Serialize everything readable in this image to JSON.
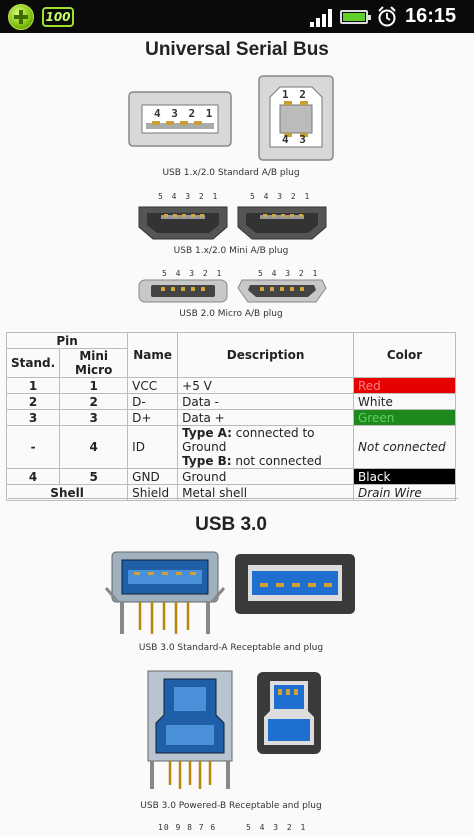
{
  "status_bar": {
    "badge_text": "100",
    "time": "16:15"
  },
  "usb2": {
    "title": "Universal Serial Bus",
    "std_plug_a_pins": "4 3 2 1",
    "std_plug_b_top": "1 2",
    "std_plug_b_bottom": "4 3",
    "std_caption": "USB 1.x/2.0 Standard A/B plug",
    "mini_pins_a": "5 4 3 2 1",
    "mini_pins_b": "5 4 3 2 1",
    "mini_caption": "USB 1.x/2.0 Mini A/B plug",
    "micro_pins_a": "5 4 3 2 1",
    "micro_pins_b": "5 4 3 2 1",
    "micro_caption": "USB 2.0 Micro A/B plug"
  },
  "table": {
    "headers": {
      "pin": "Pin",
      "stand": "Stand.",
      "mini_micro": "Mini Micro",
      "name": "Name",
      "description": "Description",
      "color": "Color"
    },
    "rows": [
      {
        "stand": "1",
        "mini": "1",
        "name": "VCC",
        "description": "+5 V",
        "color": "Red"
      },
      {
        "stand": "2",
        "mini": "2",
        "name": "D-",
        "description": "Data -",
        "color": "White"
      },
      {
        "stand": "3",
        "mini": "3",
        "name": "D+",
        "description": "Data +",
        "color": "Green"
      },
      {
        "stand": "-",
        "mini": "4",
        "name": "ID",
        "desc_a_label": "Type A:",
        "desc_a": " connected to Ground",
        "desc_b_label": "Type B:",
        "desc_b": " not connected",
        "color": "Not connected"
      },
      {
        "stand": "4",
        "mini": "5",
        "name": "GND",
        "description": "Ground",
        "color": "Black"
      },
      {
        "stand_mini": "Shell",
        "name": "Shield",
        "description": "Metal shell",
        "color": "Drain Wire"
      }
    ],
    "colors": {
      "red": "#e60000",
      "green": "#1e8a1e",
      "black": "#000000"
    }
  },
  "usb3": {
    "title": "USB 3.0",
    "std_caption": "USB 3.0 Standard-A Receptable and plug",
    "powered_caption": "USB 3.0 Powered-B Receptable and plug",
    "bottom_pins_left": "10 9 8 7 6",
    "bottom_pins_right": "5 4 3 2 1"
  }
}
